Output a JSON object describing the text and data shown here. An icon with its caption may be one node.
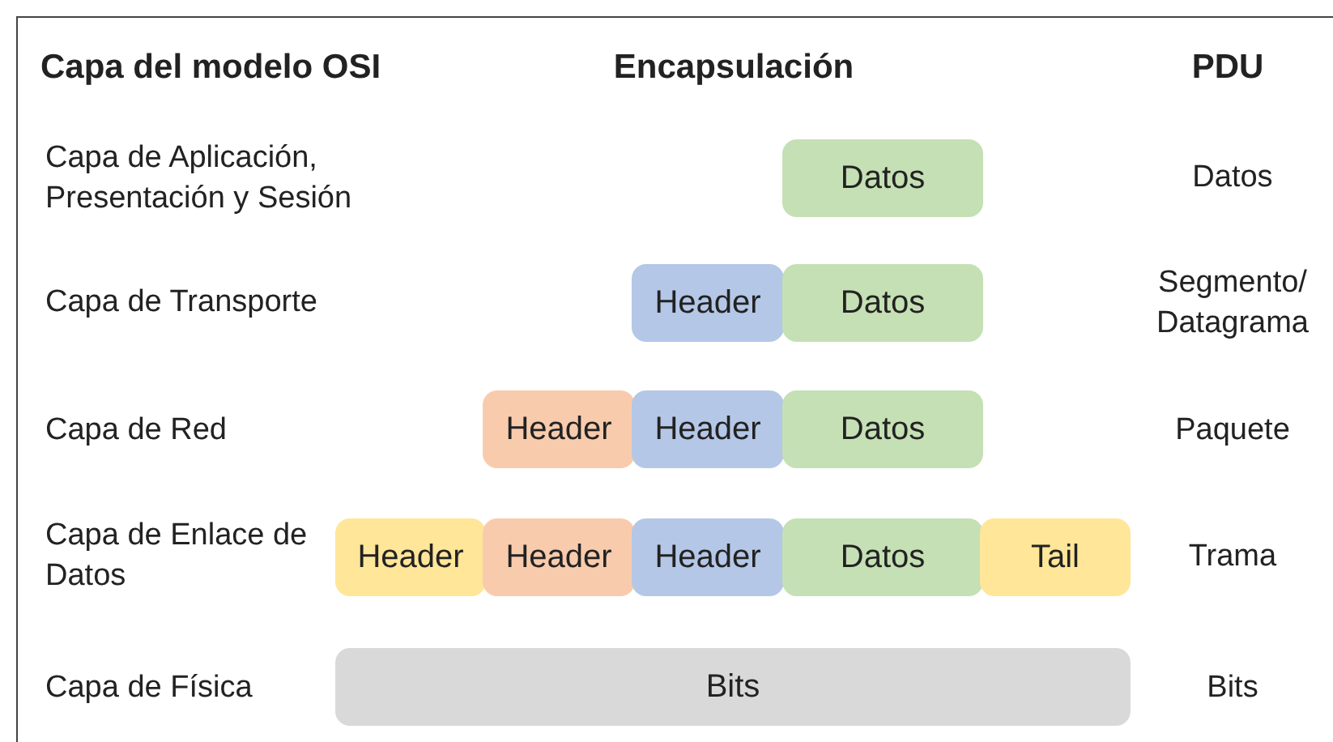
{
  "diagram": {
    "nodes": [
      {
        "text": [
          "Datos"
        ]
      },
      {
        "text": [
          "Header"
        ]
      },
      {
        "text": [
          "Datos"
        ]
      },
      {
        "text": [
          "Header"
        ]
      },
      {
        "text": [
          "Header"
        ]
      },
      {
        "text": [
          "Datos"
        ]
      },
      {
        "text": [
          "Header"
        ]
      },
      {
        "text": [
          "Header"
        ]
      },
      {
        "text": [
          "Header"
        ]
      },
      {
        "text": [
          "Datos"
        ]
      },
      {
        "text": [
          "Tail"
        ]
      },
      {
        "text": [
          "Bits"
        ]
      }
    ],
    "labels": [
      "Capa del modelo OSI",
      "Encapsulación",
      "PDU",
      "Capa de Aplicación, Presentación y Sesión",
      "Datos",
      "Capa de Transporte",
      "Segmento/ Datagrama",
      "Capa de Red",
      "Paquete",
      "Capa de Enlace de Datos",
      "Trama",
      "Capa de Física",
      "Bits"
    ]
  }
}
